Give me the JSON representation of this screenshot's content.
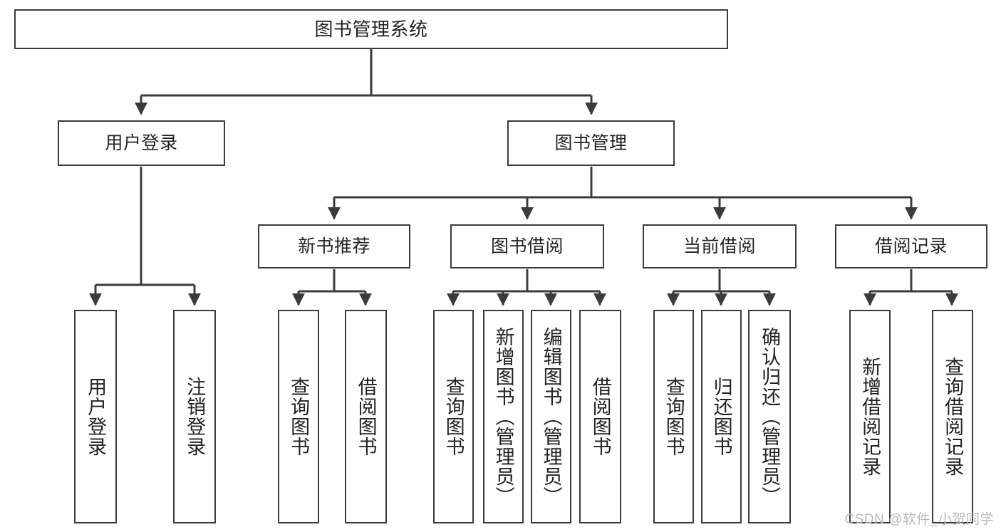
{
  "diagram": {
    "title": "图书管理系统",
    "type": "hierarchy-tree",
    "colors": {
      "box_border": "#3b3b3b",
      "box_fill": "#ffffff",
      "edge": "#3b3b3b",
      "text": "#222222",
      "watermark": "#b9b9b9"
    },
    "root": {
      "label": "图书管理系统"
    },
    "level1": [
      {
        "label": "用户登录"
      },
      {
        "label": "图书管理"
      }
    ],
    "level2": [
      {
        "label": "新书推荐"
      },
      {
        "label": "图书借阅"
      },
      {
        "label": "当前借阅"
      },
      {
        "label": "借阅记录"
      }
    ],
    "leaves": {
      "user_login": [
        {
          "label": "用户登录"
        },
        {
          "label": "注销登录"
        }
      ],
      "new_book_recommend": [
        {
          "label": "查询图书"
        },
        {
          "label": "借阅图书"
        }
      ],
      "book_borrow": [
        {
          "label": "查询图书"
        },
        {
          "label": "新增图书（管理员）"
        },
        {
          "label": "编辑图书（管理员）"
        },
        {
          "label": "借阅图书"
        }
      ],
      "current_borrow": [
        {
          "label": "查询图书"
        },
        {
          "label": "归还图书"
        },
        {
          "label": "确认归还（管理员）"
        }
      ],
      "borrow_record": [
        {
          "label": "新增借阅记录"
        },
        {
          "label": "查询借阅记录"
        }
      ]
    }
  },
  "watermark": {
    "text": "CSDN @软件_小贺同学"
  }
}
